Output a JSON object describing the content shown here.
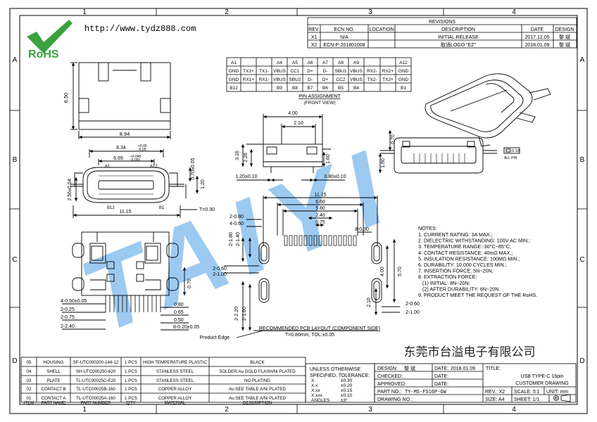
{
  "frame": {
    "columns": [
      "1",
      "2",
      "3",
      "4"
    ],
    "rows": [
      "A",
      "B",
      "C",
      "D"
    ]
  },
  "logo": {
    "url": "http://www.tydz888.com",
    "rohs": "RoHS"
  },
  "watermark": "TAIYI",
  "revisions": {
    "title": "REVISIONS",
    "headers": [
      "REV.",
      "ECN NO.",
      "LOCATION",
      "DESCRIPTION",
      "DATE",
      "DESIGN"
    ],
    "rows": [
      [
        "X1",
        "N/A",
        "",
        "INITIAL RELEASE",
        "2017.12.05",
        "黎 斌"
      ],
      [
        "X2",
        "ECN-P-201801008",
        "",
        "取消LOGO \"EZ\"",
        "2018.01.09",
        "黎 斌"
      ]
    ]
  },
  "pin_table": {
    "row1": [
      "A1",
      "",
      "",
      "A4",
      "A5",
      "A6",
      "A7",
      "A8",
      "A9",
      "",
      "",
      "A12"
    ],
    "row2": [
      "GND",
      "TX1+",
      "TX1-",
      "VBUS",
      "CC1",
      "D+",
      "D-",
      "SBU1",
      "VBUS",
      "RX2-",
      "RX2+",
      "GND"
    ],
    "row3": [
      "GND",
      "RX1+",
      "RX1-",
      "VBUS",
      "SBU2",
      "D-",
      "D+",
      "CC2",
      "VBUS",
      "TX2-",
      "TX2+",
      "GND"
    ],
    "row4": [
      "B12",
      "",
      "",
      "B9",
      "B8",
      "B7",
      "B6",
      "B5",
      "B4",
      "",
      "",
      "B1"
    ],
    "caption1": "PIN ASSIGNMENT",
    "caption2": "(FRONT VIEW)"
  },
  "dims": {
    "top_650": "6.50",
    "top_894": "8.94",
    "f_834": "8.34",
    "f_834_tol_up": "+0.06",
    "f_834_tol_dn": "-0.05",
    "f_669": "6.69",
    "f_669_tol_up": "+0.045",
    "f_669_tol_dn": "-0.055",
    "f_a1": "A1",
    "f_a12": "A12",
    "f_b12": "B12",
    "f_b1": "B1",
    "f_256": "2.56±0.04",
    "f_070": "0.70±0.05",
    "f_120": "1.20",
    "f_1115": "11.15",
    "f_t030": "T=0.30",
    "s_400": "4.00",
    "s_210": "2.10",
    "s_316": "3.16",
    "s_226": "2.26",
    "s_160": "1.60",
    "s_120": "1.20±0.10",
    "s_080": "0.80±0.10",
    "r_070": "0.70",
    "r_160": "1.60",
    "r_flat": "0.10",
    "r_allpin": "ALL PIN",
    "b_450": "4-0.50±0.05",
    "b_025": "2-0.25",
    "b_075": "2-0.75",
    "b_240": "2-2.40",
    "b_080": "0.80",
    "b_065": "0.65",
    "b_050": "0.50",
    "b_820": "8-0.20±0.05",
    "b_070": "0.70",
    "pcb_1115": "11.15",
    "pcb_660": "6.60",
    "pcb_580": "5.80",
    "pcb_240": "2.40",
    "pcb_075": "0.75",
    "pcb_280": "2-0.80",
    "pcb_460": "4-0.60",
    "pcb_8030": "8-0.30",
    "pcb_2180": "2-1.80",
    "pcb_2140": "2-1.40",
    "pcb_2060": "2-0.60",
    "pcb_2100": "2-1.00",
    "pcb_400": "4.00",
    "pcb_570": "5.70",
    "pcb_210": "2.10",
    "pcb_2220": "2-2.20",
    "pcb_2160": "2-1.60",
    "pcb_r060": "2-0.60",
    "pcb_r100": "2-1.00",
    "pcb_title": "RECOMMENDED PCB LAYOUT (COMPONENT SIDE)",
    "pcb_sub": "T=0.80mm, TOL:±0.05",
    "product_edge": "Product Edge"
  },
  "notes": {
    "title": "NOTES:",
    "items": [
      "1. CURRENT RATING: 3A MAX.;",
      "2. DIELECTRIC WITHSTANDING: 100V AC MIN.;",
      "3. TEMPERATURE RANGE:-30°C~85°C;",
      "4. CONTACT RESISTANCE: 40mΩ MAX.;",
      "5. INSULATION RESISTANCE: 100MΩ MIN.;",
      "6. DURABILITY: 10,000 CYCLES MIN.;",
      "7. INSERTION FORCE: 5N~20N;",
      "8. EXTRACTION FORCE:",
      "   (1) INITIAL: 8N~20N;",
      "   (2) AFTER DURABILITY: 6N~20N.",
      "9. PRODUCT MEET THE REQUEST OF THE RoHS."
    ]
  },
  "company": "东莞市台溢电子有限公司",
  "bom": {
    "headers": [
      "ITEM",
      "PART NAME",
      "PART NUMBER",
      "Q'TY",
      "MATERIAL",
      "DESCRIPTION"
    ],
    "rows": [
      [
        "05",
        "HOUSING",
        "SF-UTC000200-144-12",
        "1 PCS",
        "HIGH TEMPERATURE PLASTIC",
        "BLACK"
      ],
      [
        "04",
        "SHELL",
        "SH-UTC000250-620",
        "1 PCS",
        "STANLESS STEEL",
        "SOLDER:Au GOLD FLASH/Ni PLATED"
      ],
      [
        "03",
        "PLATE",
        "TL-UTC00025C-E20",
        "1 PCS",
        "STANLESS STEEL",
        "NO PLATING"
      ],
      [
        "02",
        "CONTACT B",
        "TL-UTC00025B-160",
        "1 PCS",
        "COPPER ALLOY",
        "Au:SEE TABLE A/Ni PLATED"
      ],
      [
        "01",
        "CONTACT A",
        "TL-UTC00025A-160",
        "1 PCS",
        "COPPER ALLOY",
        "Au:SEE TABLE A/Ni PLATED"
      ]
    ]
  },
  "tolerance": {
    "l1": "UNLESS OTHERWISE",
    "l2": "SPECIFIED, TOLERANCE:",
    "rows": [
      [
        "X.",
        "±0.30"
      ],
      [
        "X.x",
        "±0.20"
      ],
      [
        "X.xx",
        "±0.15"
      ],
      [
        "X.xxx",
        "±0.10"
      ],
      [
        "ANGLES",
        "±3°"
      ]
    ]
  },
  "title_block": {
    "design_label": "DESIGN:",
    "design_val": "黎 斌",
    "date_label": "DATE:",
    "date_val": "2018.01.09",
    "title_label": "TITLE:",
    "title_line1": "USB TYPE-C 16pin",
    "title_line2": "CUSTOMER DRAWING",
    "checked": "CHECKED:",
    "approved": "APPROVED:",
    "date2": "DATE:",
    "date3": "DATE:",
    "partno_label": "PART NO.:",
    "partno_val": "TY-MS-FS16P-GW",
    "drawing_no": "DRAWING NO.:",
    "rev": "REV.: X2",
    "scale": "SCALE: 5:1",
    "unit": "UNIT: mm",
    "size": "SIZE: A4",
    "sheet": "SHEET: 1/1"
  }
}
